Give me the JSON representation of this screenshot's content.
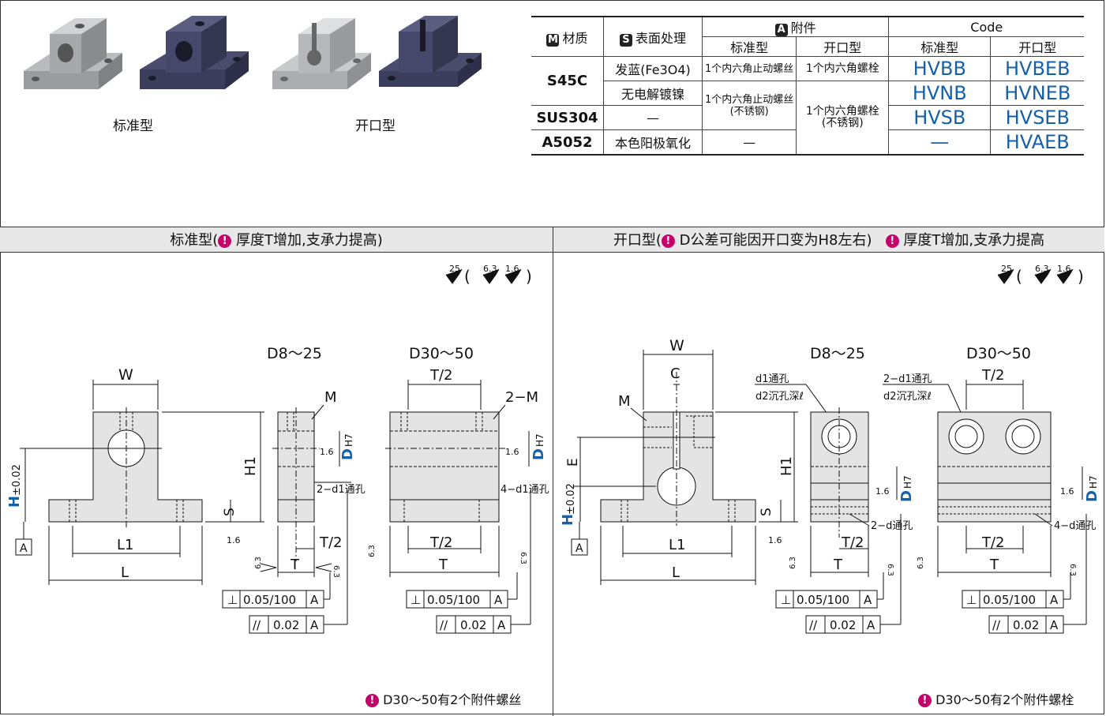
{
  "photos": {
    "standard_label": "标准型",
    "open_label": "开口型"
  },
  "table": {
    "h_material": "材质",
    "h_material_badge": "M",
    "h_surface": "表面处理",
    "h_surface_badge": "S",
    "h_accessory": "附件",
    "h_accessory_badge": "A",
    "h_code": "Code",
    "h_standard": "标准型",
    "h_open": "开口型",
    "rows": {
      "r1_material": "S45C",
      "r1_surface": "发蓝(Fe3O4)",
      "r1_acc_std": "1个内六角止动螺丝",
      "r1_acc_open": "1个内六角螺栓",
      "r1_code_std": "HVBB",
      "r1_code_open": "HVBEB",
      "r2_surface": "无电解镀镍",
      "r2_acc_std_1": "1个内六角止动螺丝",
      "r2_acc_std_2": "(不锈钢)",
      "r2_acc_open_1": "1个内六角螺栓",
      "r2_acc_open_2": "(不锈钢)",
      "r2_code_std": "HVNB",
      "r2_code_open": "HVNEB",
      "r3_material": "SUS304",
      "r3_surface": "—",
      "r3_code_std": "HVSB",
      "r3_code_open": "HVSEB",
      "r4_material": "A5052",
      "r4_surface": "本色阳极氧化",
      "r4_acc_std": "—",
      "r4_code_std": "—",
      "r4_code_open": "HVAEB"
    }
  },
  "left_panel": {
    "title": "标准型(",
    "title_note": "厚度T增加,支承力提高)",
    "bottom_note": "D30～50有2个附件螺丝",
    "label_d8": "D8～25",
    "label_d30": "D30～50"
  },
  "right_panel": {
    "title": "开口型(",
    "title_note1": "D公差可能因开口变为H8左右)",
    "title_note2": "厚度T增加,支承力提高",
    "bottom_note": "D30～50有2个附件螺栓",
    "label_d8": "D8～25",
    "label_d30": "D30～50"
  },
  "dims": {
    "W": "W",
    "M": "M",
    "M2": "2−M",
    "H1": "H1",
    "H": "H",
    "Htol": "±0.02",
    "S": "S",
    "L1": "L1",
    "L": "L",
    "T": "T",
    "T2": "T/2",
    "D": "D",
    "H7": "H7",
    "C": "C",
    "E": "E",
    "A": "A",
    "d1": "2−d1通孔",
    "d1b": "4−d1通孔",
    "d": "2−d通孔",
    "d4": "4−d通孔",
    "cb1": "d1通孔",
    "cb2": "d2沉孔深ℓ",
    "cb1b": "2−d1通孔",
    "perp": "0.05/100",
    "par": "0.02",
    "r25": "25",
    "r63": "6.3",
    "r16": "1.6"
  },
  "colors": {
    "accent_blue": "#1560a8",
    "info_magenta": "#c4006a",
    "part_fill": "#e4e4e4"
  }
}
